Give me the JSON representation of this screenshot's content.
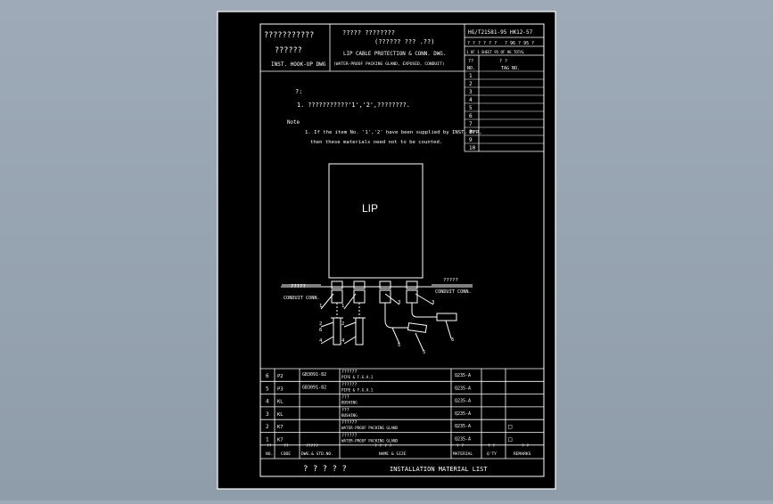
{
  "title_block": {
    "left_line1": "???????????",
    "left_line2": "??????",
    "left_line3": "INST. HOOK-UP DWG",
    "mid_line1": "?????  ????????",
    "mid_line2": "(?????? ???   .??)",
    "mid_line3": "LIP CABLE PROTECTION & CONN. DWG.",
    "mid_line4": "(WATER-PROOF PACKING GLAND, EXPOSED, CONDUIT)",
    "doc_no": "HG/T21581-95   HK12-57",
    "sheet_label_a": "? ?  ? ?  ? ?",
    "sheet_label_b": "1 OF 1  SHEET  95 OF 96 TOTAL",
    "sheet_label_c": "? 96 ? 95 ?"
  },
  "revision_table": {
    "header_no": "NO.",
    "header_tag": "TAG NO.",
    "header_no_cn": "??",
    "header_tag_cn": "? ?",
    "rows": [
      "1",
      "2",
      "3",
      "4",
      "5",
      "6",
      "7",
      "8",
      "9",
      "10"
    ]
  },
  "notes": {
    "cn_heading": "?:",
    "cn_note": "1. ???????????'1','2',????????.",
    "en_heading": "Note",
    "en_line1": "1. If the item No. '1','2' have been supplied by INST. MFR,",
    "en_line2": "then these materials need not to be counted."
  },
  "drawing": {
    "box_label": "LIP",
    "left_callout_cn": "?????",
    "left_callout_en": "CONDUIT CONN.",
    "right_callout_cn": "?????",
    "right_callout_en": "CONDUIT CONN.",
    "item_labels": [
      "1",
      "1",
      "2",
      "2",
      "3",
      "3",
      "4",
      "4",
      "5",
      "5",
      "6",
      "6"
    ]
  },
  "material_list": {
    "header": {
      "no_cn": "??",
      "no": "NO.",
      "code_cn": "??",
      "code": "CODE",
      "dwg_cn": "?????",
      "dwg": "DWG.& STD.NO.",
      "name_cn": "? ? ? ?",
      "name": "NAME & SIZE",
      "mat_cn": "? ?",
      "mat": "MATERIAL",
      "qty_cn": "? ?",
      "qty": "Q'TY",
      "rem_cn": "? ?",
      "rem": "REMARKS"
    },
    "rows": [
      {
        "no": "6",
        "code": "P2",
        "dwg": "GB3091-82",
        "name_cn": "??????",
        "name": "PIPE & F.G.A.1",
        "material": "Q235-A",
        "qty": "",
        "remark": ""
      },
      {
        "no": "5",
        "code": "P3",
        "dwg": "GB3091-82",
        "name_cn": "??????",
        "name": "PIPE & F.G.A.1",
        "material": "Q235-A",
        "qty": "",
        "remark": ""
      },
      {
        "no": "4",
        "code": "KL",
        "dwg": "",
        "name_cn": "???",
        "name": "BUSHING",
        "material": "Q235-A",
        "qty": "",
        "remark": ""
      },
      {
        "no": "3",
        "code": "KL",
        "dwg": "",
        "name_cn": "???",
        "name": "BUSHING",
        "material": "Q235-A",
        "qty": "",
        "remark": ""
      },
      {
        "no": "2",
        "code": "K7",
        "dwg": "",
        "name_cn": "??????",
        "name": "WATER-PROOF PACKING GLAND",
        "material": "Q235-A",
        "qty": "",
        "remark": "□"
      },
      {
        "no": "1",
        "code": "K7",
        "dwg": "",
        "name_cn": "??????",
        "name": "WATER-PROOF PACKING GLAND",
        "material": "Q235-A",
        "qty": "",
        "remark": "□"
      }
    ],
    "footer_cn": "? ? ? ? ?",
    "footer_en": "INSTALLATION MATERIAL LIST"
  },
  "colors": {
    "sheet_bg": "#000000",
    "line": "#ffffff",
    "desktop_bg": "#96a3b1"
  }
}
